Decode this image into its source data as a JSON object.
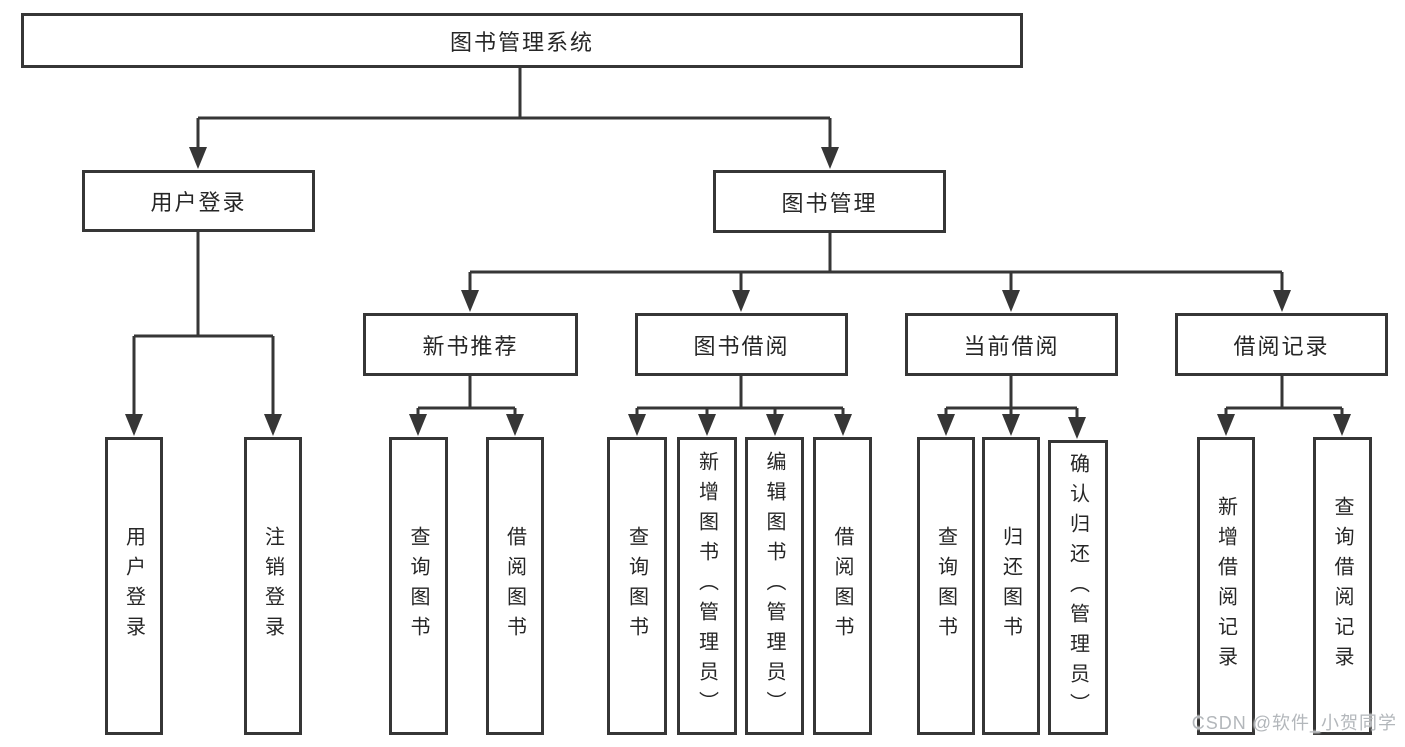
{
  "diagram": {
    "root": {
      "label": "图书管理系统"
    },
    "branches": [
      {
        "label": "用户登录",
        "children": [
          {
            "label": "用户登录"
          },
          {
            "label": "注销登录"
          }
        ]
      },
      {
        "label": "图书管理",
        "children": [
          {
            "label": "新书推荐",
            "children": [
              {
                "label": "查询图书"
              },
              {
                "label": "借阅图书"
              }
            ]
          },
          {
            "label": "图书借阅",
            "children": [
              {
                "label": "查询图书"
              },
              {
                "label": "新增图书（管理员）"
              },
              {
                "label": "编辑图书（管理员）"
              },
              {
                "label": "借阅图书"
              }
            ]
          },
          {
            "label": "当前借阅",
            "children": [
              {
                "label": "查询图书"
              },
              {
                "label": "归还图书"
              },
              {
                "label": "确认归还（管理员）"
              }
            ]
          },
          {
            "label": "借阅记录",
            "children": [
              {
                "label": "新增借阅记录"
              },
              {
                "label": "查询借阅记录"
              }
            ]
          }
        ]
      }
    ],
    "colors": {
      "line": "#363636",
      "text": "#262626",
      "watermark": "#b3b7bb"
    },
    "watermark": "CSDN @软件_小贺同学"
  }
}
